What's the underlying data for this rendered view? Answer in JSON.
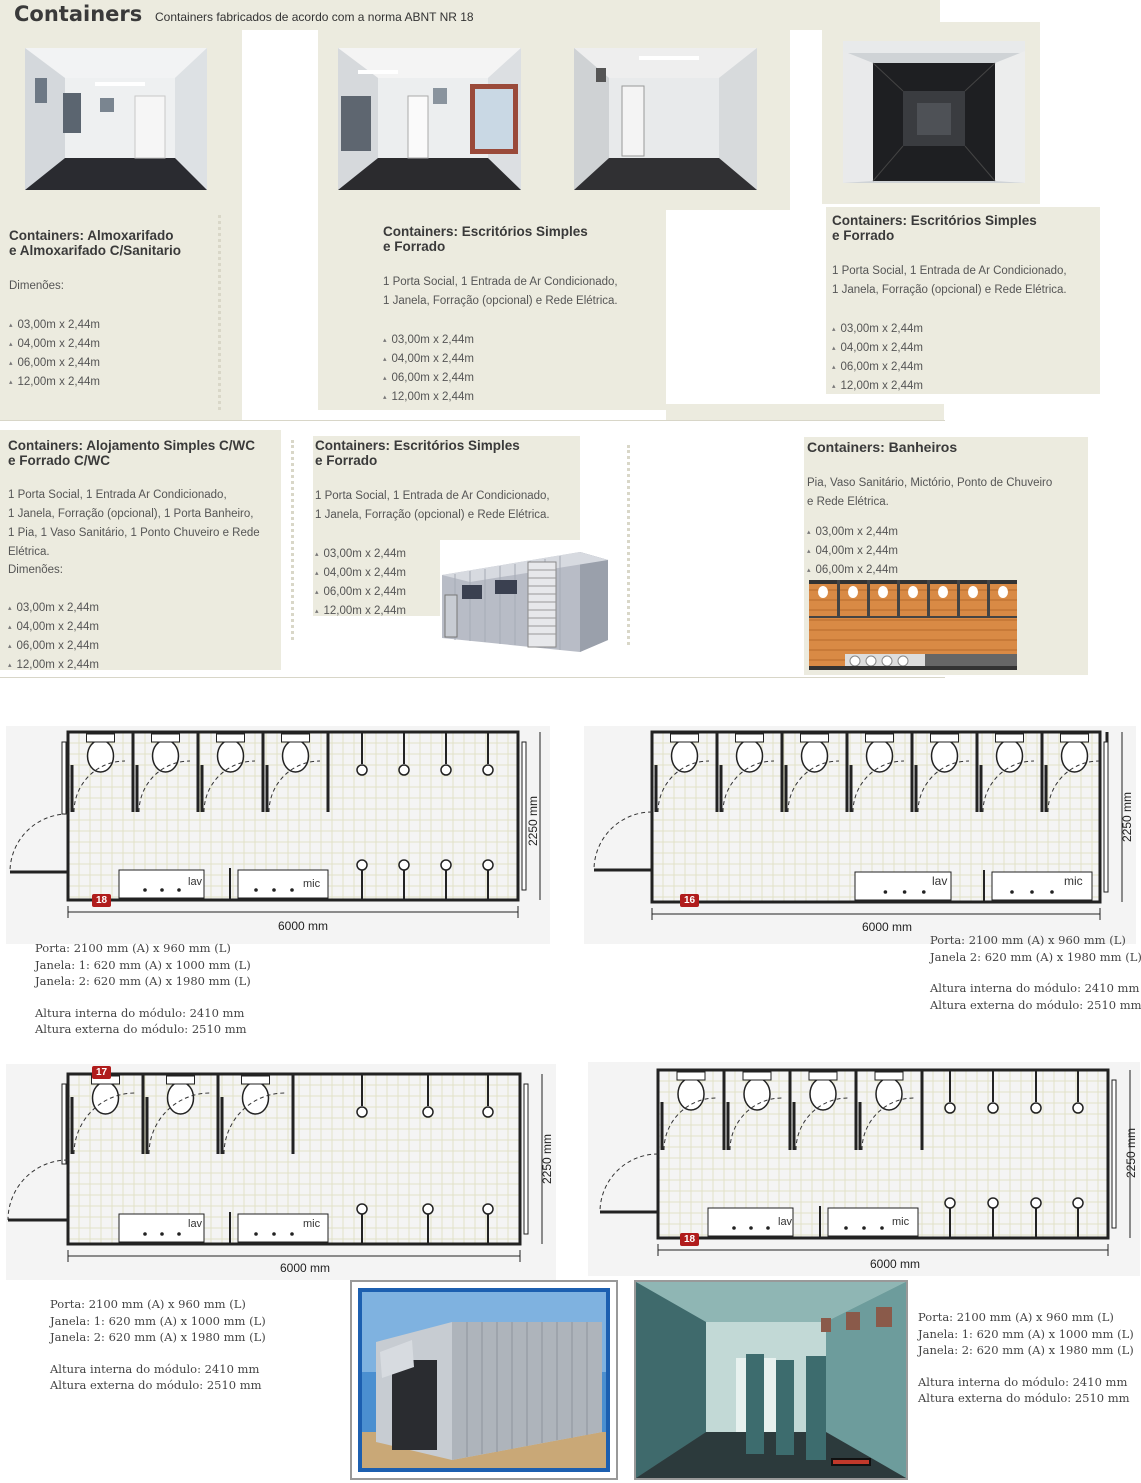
{
  "header": {
    "title": "Containers",
    "subtitle": "Containers fabricados de acordo com a norma  ABNT NR 18"
  },
  "card1": {
    "title_line1": "Containers: Almoxarifado",
    "title_line2": "e Almoxarifado C/Sanitario",
    "dim_label": "Dimenões:",
    "dims": [
      "03,00m x 2,44m",
      "04,00m x 2,44m",
      "06,00m x 2,44m",
      "12,00m x 2,44m"
    ]
  },
  "card2": {
    "title_line1": "Containers: Escritórios Simples",
    "title_line2": "e Forrado",
    "desc_line1": "1 Porta Social, 1 Entrada de Ar Condicionado,",
    "desc_line2": "1 Janela, Forração (opcional) e Rede Elétrica.",
    "dims": [
      "03,00m x 2,44m",
      "04,00m x 2,44m",
      "06,00m x 2,44m",
      "12,00m x 2,44m"
    ]
  },
  "card3": {
    "title_line1": "Containers: Escritórios Simples",
    "title_line2": "e Forrado",
    "desc_line1": "1 Porta Social, 1 Entrada de Ar Condicionado,",
    "desc_line2": "1 Janela, Forração (opcional) e Rede Elétrica.",
    "dims": [
      "03,00m x 2,44m",
      "04,00m x 2,44m",
      "06,00m x 2,44m",
      "12,00m x 2,44m"
    ]
  },
  "card4": {
    "title_line1": "Containers: Alojamento Simples C/WC",
    "title_line2": "e Forrado C/WC",
    "desc_lines": [
      "1 Porta Social, 1 Entrada Ar Condicionado,",
      "1 Janela, Forração (opcional), 1 Porta Banheiro,",
      "1 Pia, 1 Vaso Sanitário, 1 Ponto Chuveiro e Rede",
      "Elétrica."
    ],
    "dim_label": "Dimenões:",
    "dims": [
      "03,00m x 2,44m",
      "04,00m x 2,44m",
      "06,00m x 2,44m",
      "12,00m x 2,44m"
    ]
  },
  "card5": {
    "title_line1": "Containers: Escritórios Simples",
    "title_line2": "e Forrado",
    "desc_line1": "1 Porta Social, 1 Entrada de Ar Condicionado,",
    "desc_line2": "1 Janela, Forração (opcional) e Rede Elétrica.",
    "dims": [
      "03,00m x 2,44m",
      "04,00m x 2,44m",
      "06,00m x 2,44m",
      "12,00m x 2,44m"
    ]
  },
  "card6": {
    "title": "Containers: Banheiros",
    "desc_line1": "Pia, Vaso Sanitário, Mictório, Ponto de Chuveiro",
    "desc_line2": "e Rede Elétrica.",
    "dims": [
      "03,00m x 2,44m",
      "04,00m x 2,44m",
      "06,00m x 2,44m"
    ]
  },
  "plans": [
    {
      "badge": "18",
      "width": "6000 mm",
      "height": "2250 mm",
      "lav": "lav",
      "mic": "mic"
    },
    {
      "badge": "16",
      "width": "6000 mm",
      "height": "2250 mm",
      "lav": "lav",
      "mic": "mic"
    },
    {
      "badge": "17",
      "width": "6000 mm",
      "height": "2250 mm",
      "lav": "lav",
      "mic": "mic"
    },
    {
      "badge": "18",
      "width": "6000 mm",
      "height": "2250 mm",
      "lav": "lav",
      "mic": "mic"
    }
  ],
  "specs1": {
    "porta": "Porta: 2100 mm (A) x 960 mm (L)",
    "janela1": "Janela: 1: 620 mm (A) x 1000 mm (L)",
    "janela2": "Janela: 2: 620 mm (A) x 1980 mm (L)",
    "alt_int": "Altura interna do módulo: 2410 mm",
    "alt_ext": "Altura externa do módulo: 2510 mm"
  },
  "specs2": {
    "porta": "Porta: 2100 mm (A) x 960 mm (L)",
    "janela2": "Janela 2: 620 mm (A) x 1980 mm (L)",
    "alt_int": "Altura interna do módulo: 2410 mm",
    "alt_ext": "Altura externa do módulo: 2510 mm"
  },
  "specs3": {
    "porta": "Porta: 2100 mm (A) x 960 mm (L)",
    "janela1": "Janela: 1: 620 mm (A) x 1000 mm (L)",
    "janela2": "Janela: 2: 620 mm (A) x 1980 mm (L)",
    "alt_int": "Altura interna do módulo: 2410 mm",
    "alt_ext": "Altura externa do módulo: 2510 mm"
  },
  "specs4": {
    "porta": "Porta: 2100 mm (A) x 960 mm (L)",
    "janela1": "Janela: 1: 620 mm (A) x 1000 mm (L)",
    "janela2": "Janela: 2: 620 mm (A) x 1980 mm (L)",
    "alt_int": "Altura interna do módulo: 2410 mm",
    "alt_ext": "Altura externa do módulo: 2510 mm"
  }
}
